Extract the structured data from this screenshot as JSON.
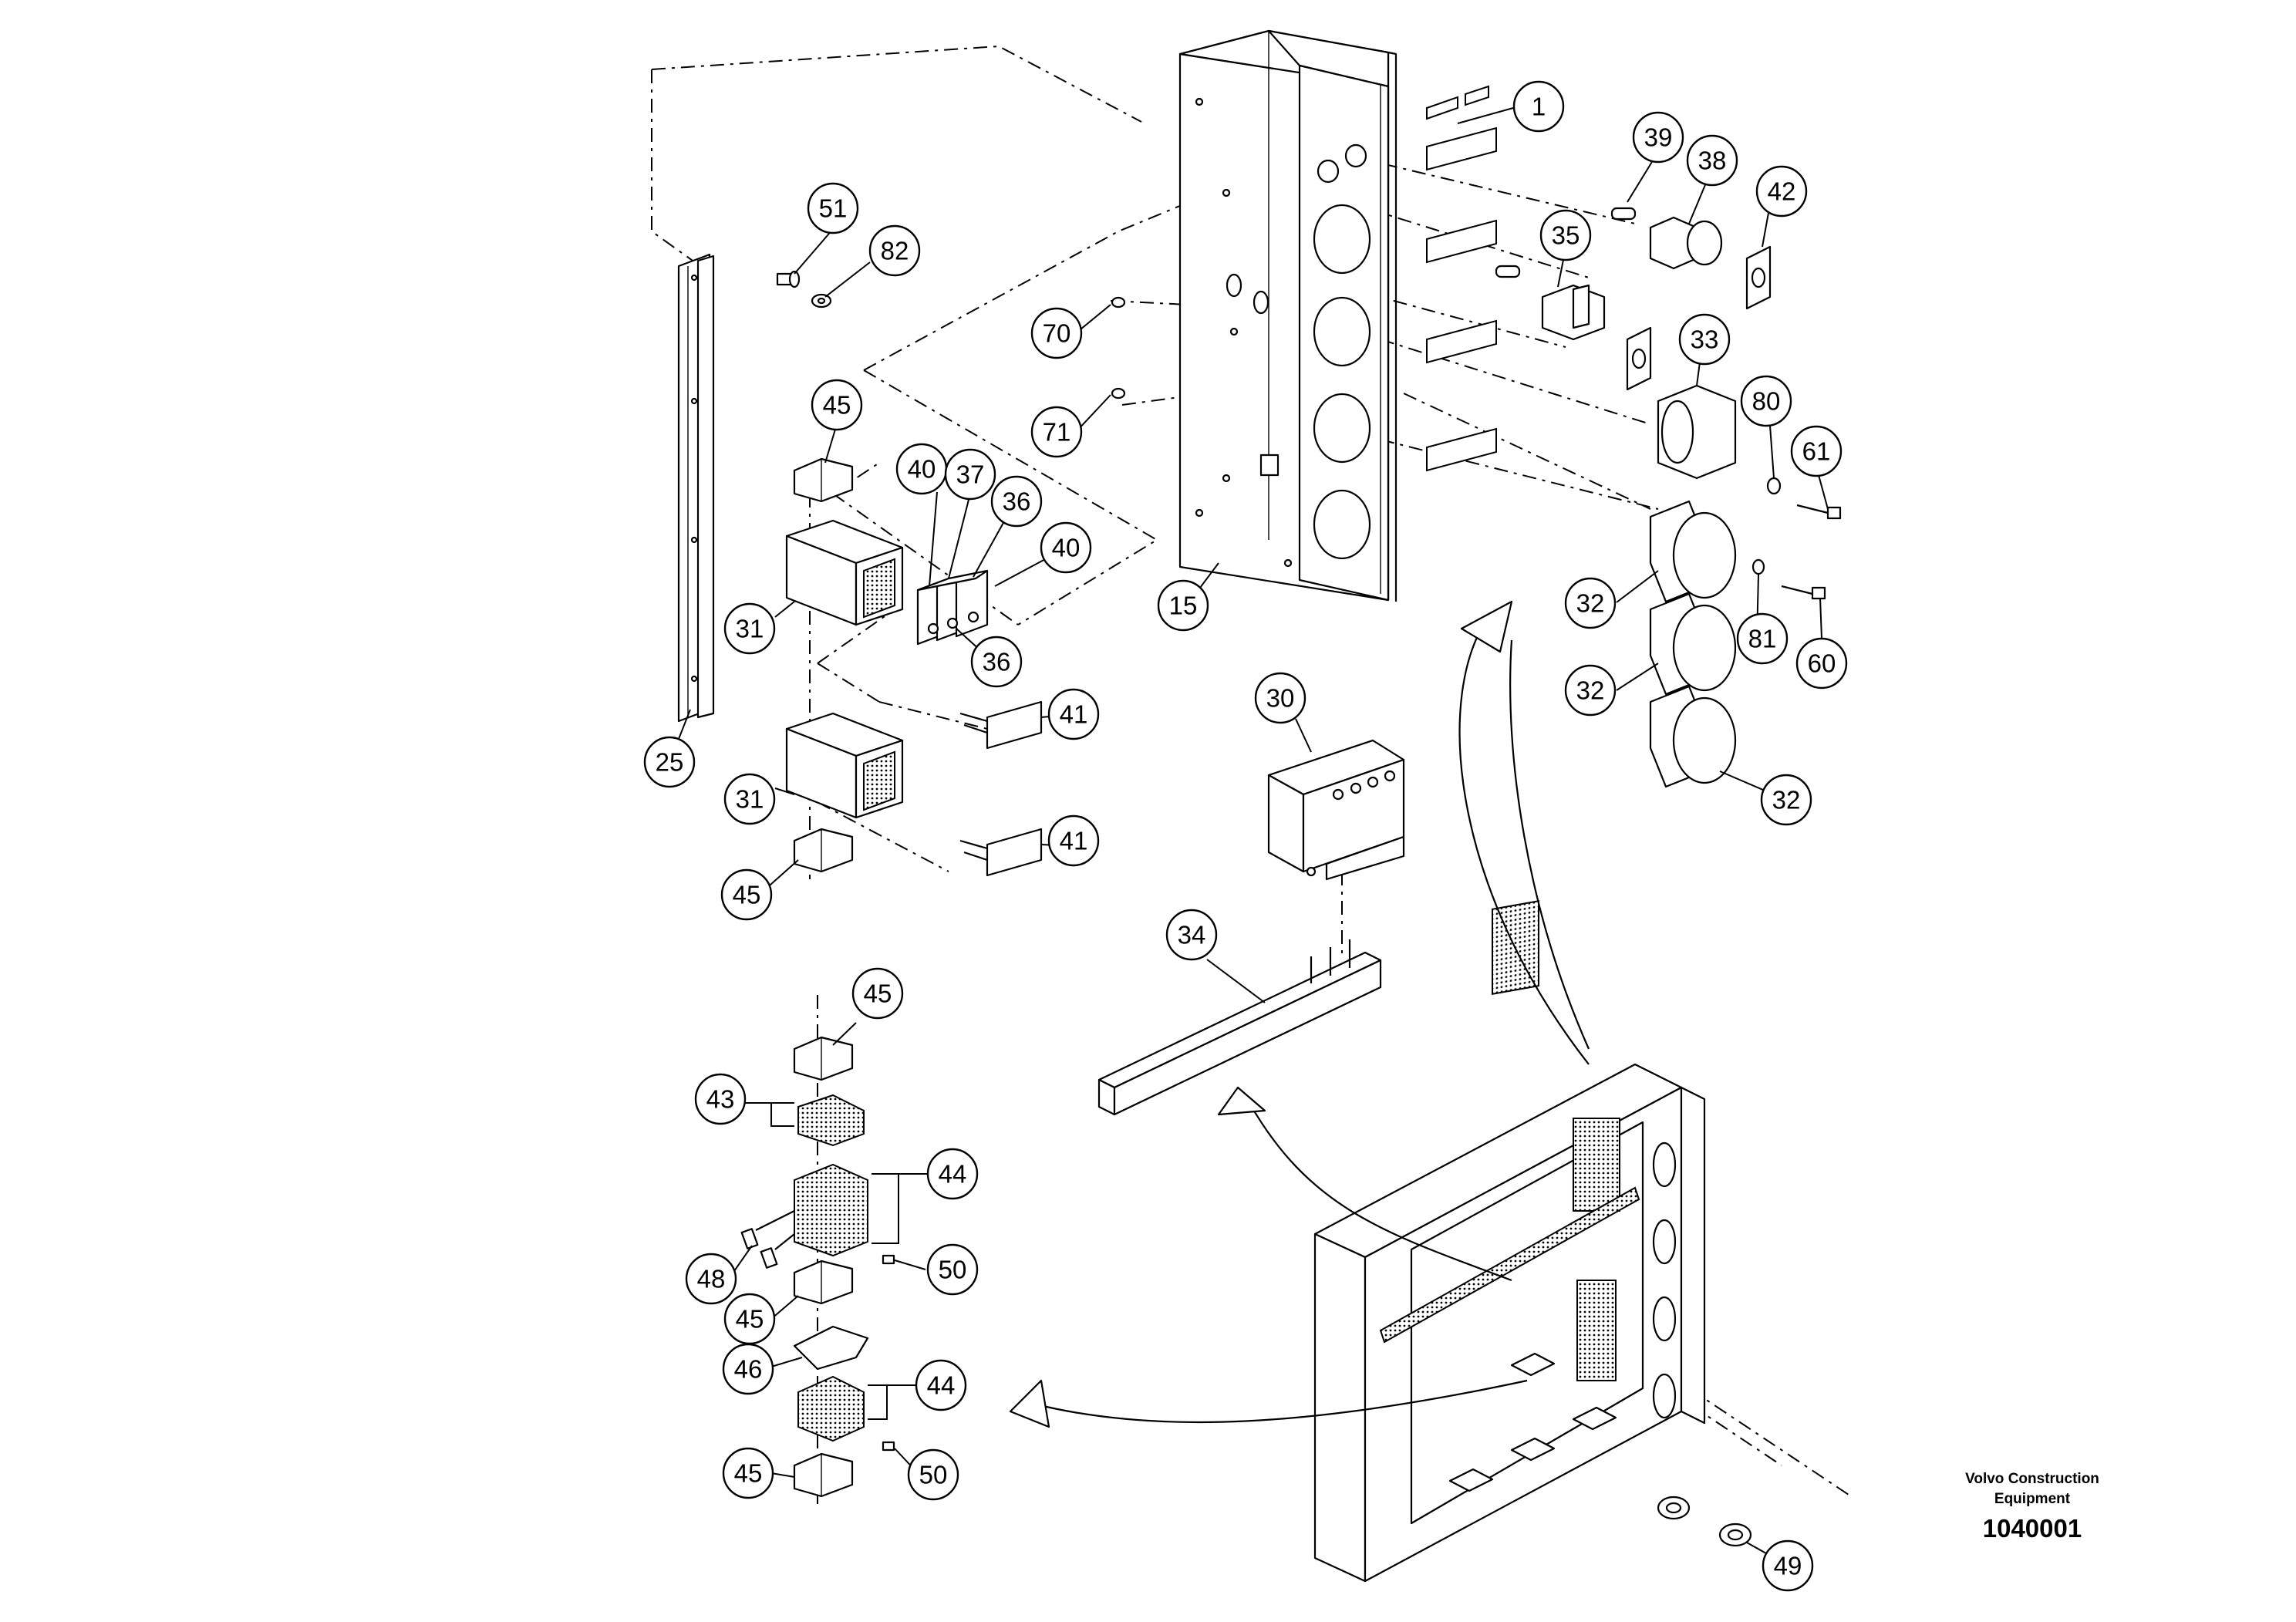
{
  "footer": {
    "brand_line1": "Volvo Construction",
    "brand_line2": "Equipment",
    "document_number": "1040001"
  },
  "callouts": {
    "c1": "1",
    "c15": "15",
    "c25": "25",
    "c30": "30",
    "c31a": "31",
    "c31b": "31",
    "c32a": "32",
    "c32b": "32",
    "c32c": "32",
    "c33": "33",
    "c34": "34",
    "c35": "35",
    "c36a": "36",
    "c36b": "36",
    "c37": "37",
    "c38": "38",
    "c39": "39",
    "c40a": "40",
    "c40b": "40",
    "c41a": "41",
    "c41b": "41",
    "c42": "42",
    "c43": "43",
    "c44a": "44",
    "c44b": "44",
    "c45a": "45",
    "c45b": "45",
    "c45c": "45",
    "c45d": "45",
    "c45e": "45",
    "c46": "46",
    "c48": "48",
    "c49": "49",
    "c50a": "50",
    "c50b": "50",
    "c51": "51",
    "c60": "60",
    "c61": "61",
    "c70": "70",
    "c71": "71",
    "c80": "80",
    "c81": "81",
    "c82": "82"
  }
}
